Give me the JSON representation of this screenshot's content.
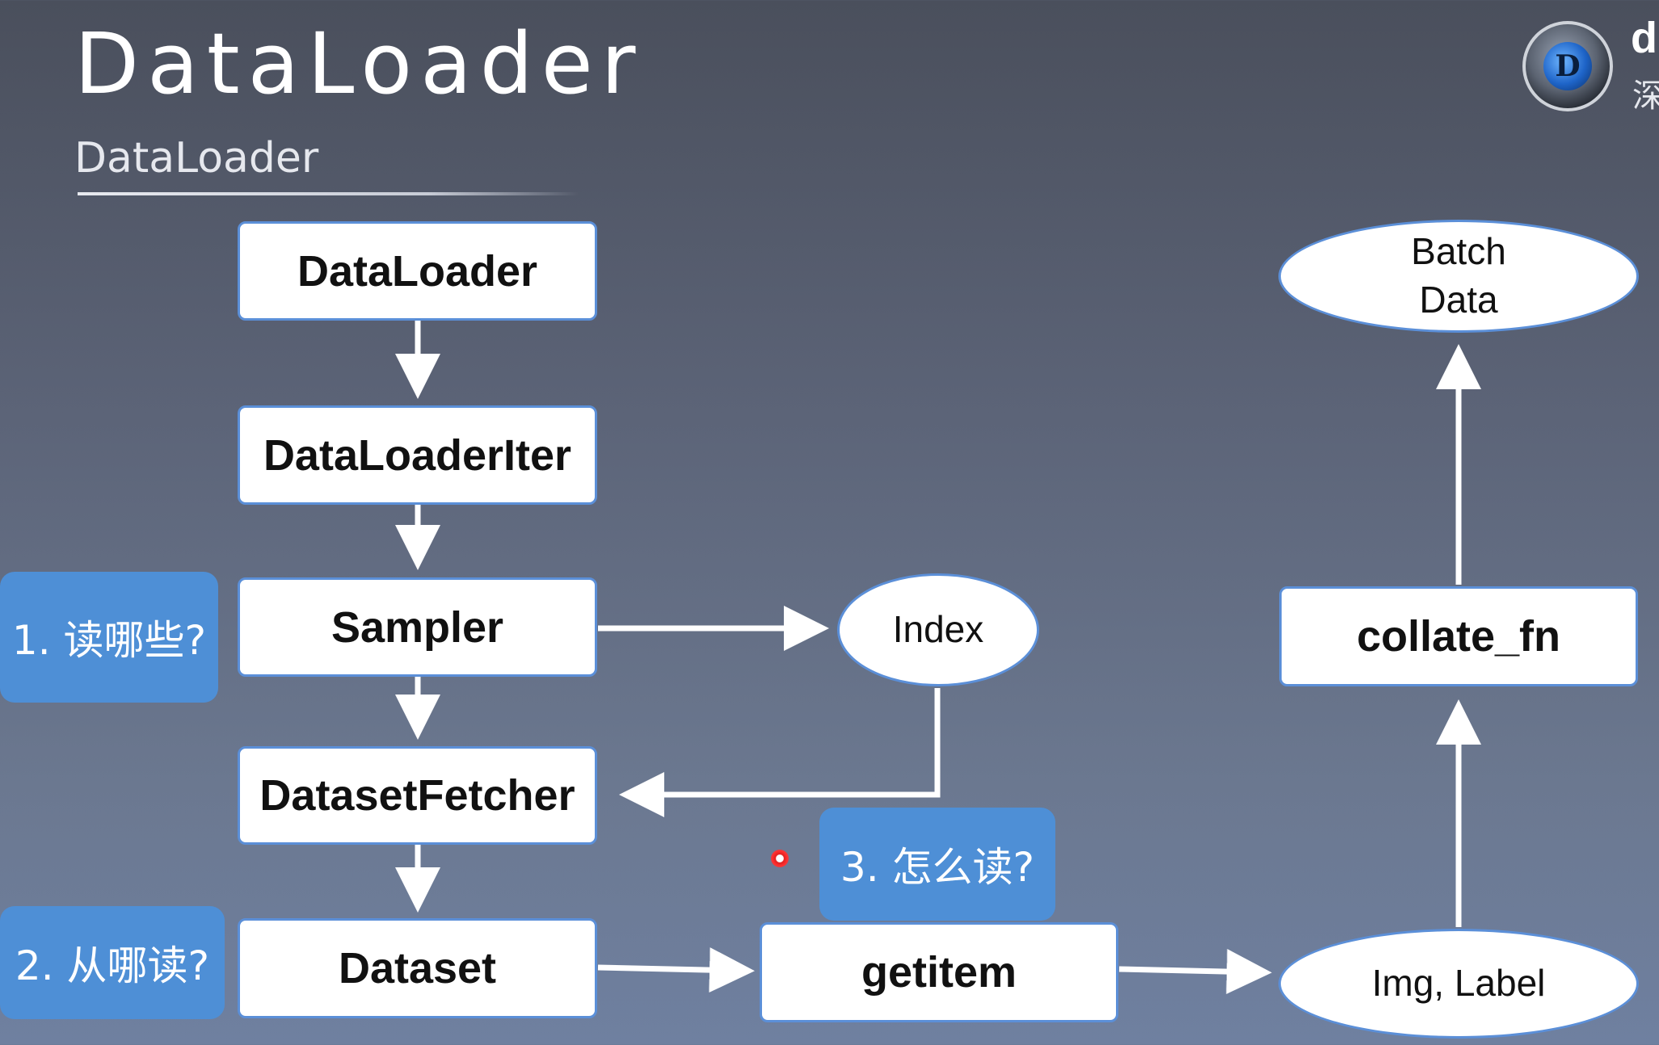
{
  "header": {
    "title": "DataLoader",
    "subtitle": "DataLoader",
    "brand_top": "d",
    "brand_bottom": "深",
    "logo_letter": "D"
  },
  "nodes": {
    "dataloader": "DataLoader",
    "dataloader_iter": "DataLoaderIter",
    "sampler": "Sampler",
    "index": "Index",
    "dataset_fetcher": "DatasetFetcher",
    "dataset": "Dataset",
    "getitem": "getitem",
    "img_label": "Img, Label",
    "collate_fn": "collate_fn",
    "batch_data_line1": "Batch",
    "batch_data_line2": "Data"
  },
  "callouts": {
    "which_to_read": "1. 读哪些?",
    "where_to_read": "2. 从哪读?",
    "how_to_read": "3. 怎么读?"
  },
  "colors": {
    "node_border": "#5b8fd8",
    "callout_bg": "#4e8fd6",
    "arrow": "#ffffff"
  }
}
